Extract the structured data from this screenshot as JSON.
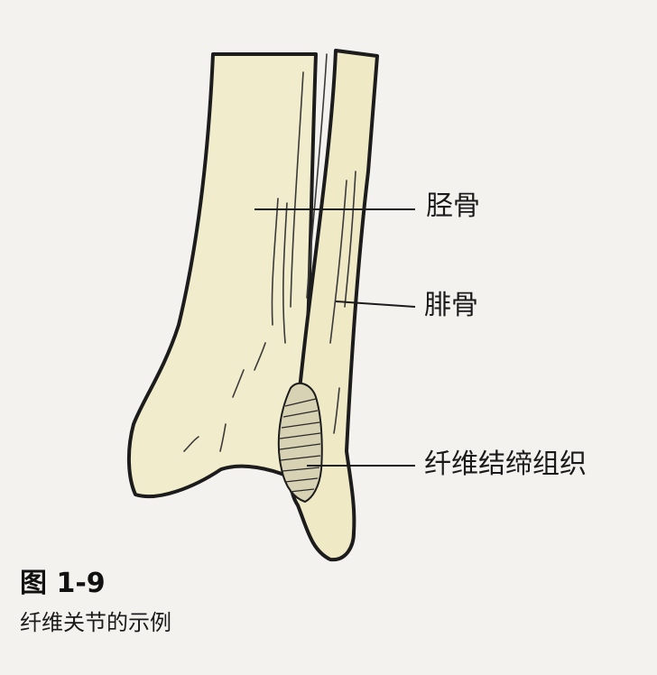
{
  "labels": {
    "tibia": "胫骨",
    "fibula": "腓骨",
    "fibrous_tissue": "纤维结缔组织"
  },
  "caption": {
    "figure_number": "图 1-9",
    "text": "纤维关节的示例"
  },
  "colors": {
    "bone_fill": "#f1eccb",
    "outline": "#1c1c1c",
    "background": "#f4f2ee"
  }
}
